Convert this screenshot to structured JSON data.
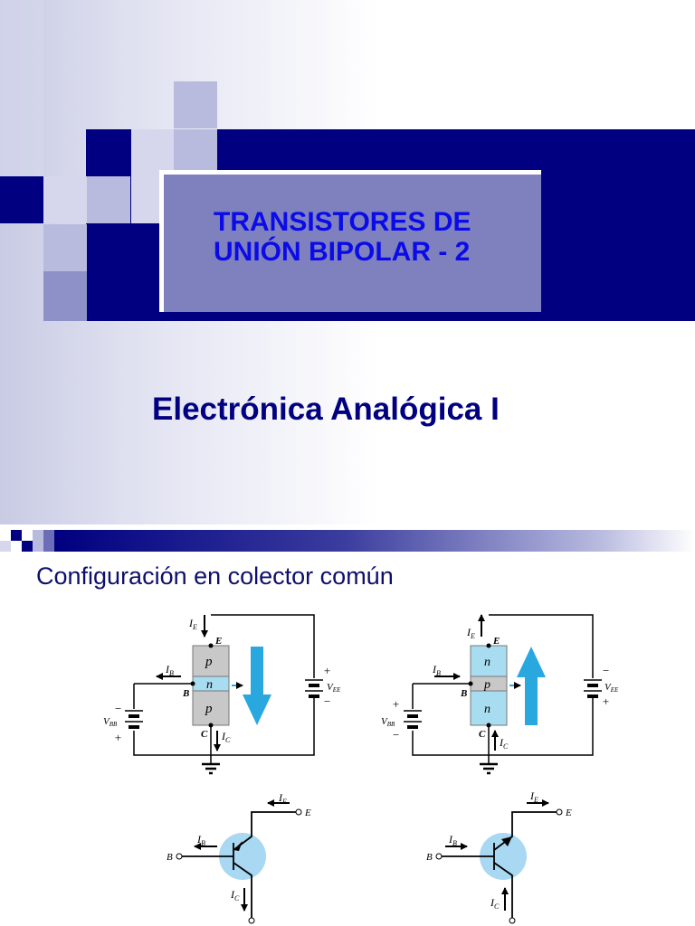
{
  "slide1": {
    "title_line1": "TRANSISTORES DE",
    "title_line2": "UNIÓN BIPOLAR - 2",
    "subtitle": "Electrónica Analógica I"
  },
  "slide2": {
    "heading": "Configuración en colector común",
    "pnp": {
      "layers": [
        "p",
        "n",
        "p"
      ],
      "terminals": {
        "emitter": "E",
        "base": "B",
        "collector": "C"
      },
      "currents": {
        "emitter": "I",
        "emitter_sub": "E",
        "base": "I",
        "base_sub": "B",
        "collector": "I",
        "collector_sub": "C"
      },
      "supply_right": "V",
      "supply_right_sub": "EE",
      "supply_left": "V",
      "supply_left_sub": "BB",
      "signs_right": [
        "+",
        "−"
      ],
      "signs_left": [
        "−",
        "+"
      ]
    },
    "npn": {
      "layers": [
        "n",
        "p",
        "n"
      ],
      "terminals": {
        "emitter": "E",
        "base": "B",
        "collector": "C"
      },
      "currents": {
        "emitter": "I",
        "emitter_sub": "E",
        "base": "I",
        "base_sub": "B",
        "collector": "I",
        "collector_sub": "C"
      },
      "supply_right": "V",
      "supply_right_sub": "EE",
      "supply_left": "V",
      "supply_left_sub": "BB",
      "signs_right": [
        "−",
        "+"
      ],
      "signs_left": [
        "+",
        "−"
      ]
    },
    "colors": {
      "arrow": "#29a8e0",
      "n_layer": "#a8dcf0",
      "p_layer": "#c8c8c8",
      "symbol": "#a8d8f2"
    }
  }
}
